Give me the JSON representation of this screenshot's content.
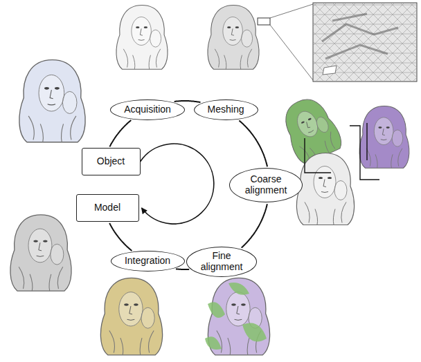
{
  "diagram": {
    "nodes": [
      {
        "text": [
          "Object"
        ]
      },
      {
        "text": [
          "Acquisition"
        ]
      },
      {
        "text": [
          "Meshing"
        ]
      },
      {
        "text": [
          "Coarse alignment"
        ]
      },
      {
        "text": [
          "Fine alignment"
        ]
      },
      {
        "text": [
          "Integration"
        ]
      },
      {
        "text": [
          "Model"
        ]
      }
    ],
    "edges": [
      {
        "from": 0,
        "to": 1,
        "arrow": "none"
      },
      {
        "from": 1,
        "to": 2,
        "arrow": "none"
      },
      {
        "from": 2,
        "to": 3,
        "arrow": "none"
      },
      {
        "from": 3,
        "to": 4,
        "arrow": "none"
      },
      {
        "from": 4,
        "to": 5,
        "arrow": "none"
      },
      {
        "from": 5,
        "to": 6,
        "arrow": "none"
      },
      {
        "from": 0,
        "to": 6,
        "arrow": "to"
      }
    ]
  }
}
